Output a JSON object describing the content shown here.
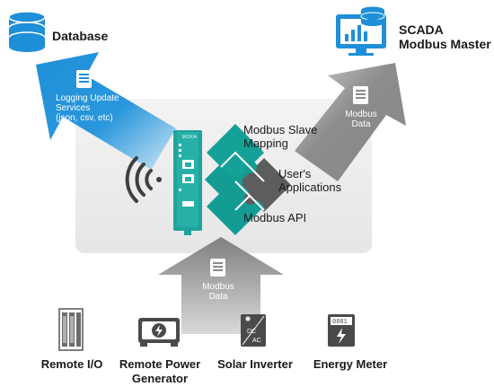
{
  "colors": {
    "blue": "#1e8fd8",
    "gray_arrow": "#8a8a8a",
    "teal": "#139c94",
    "dark_gray": "#5d5d5d",
    "panel": "#eeeeee"
  },
  "database": {
    "label": "Database"
  },
  "scada": {
    "line1": "SCADA",
    "line2": "Modbus Master"
  },
  "logging_arrow": {
    "line1": "Logging Update",
    "line2": "Services",
    "line3": "(json, csv, etc)"
  },
  "scada_arrow": {
    "line1": "Modbus",
    "line2": "Data"
  },
  "bottom_arrow": {
    "line1": "Modbus",
    "line2": "Data"
  },
  "device": {
    "brand": "MOXA"
  },
  "puzzle": {
    "slave_line1": "Modbus Slave",
    "slave_line2": "Mapping",
    "user_line1": "User's",
    "user_line2": "Applications",
    "api": "Modbus API"
  },
  "field_devices": [
    {
      "name": "Remote I/O",
      "line2": "",
      "icon": "remote-io-icon"
    },
    {
      "name": "Remote Power",
      "line2": "Generator",
      "icon": "power-generator-icon"
    },
    {
      "name": "Solar Inverter",
      "line2": "",
      "icon": "solar-inverter-icon",
      "icon_text_top": "DC",
      "icon_text_bottom": "AC"
    },
    {
      "name": "Energy Meter",
      "line2": "",
      "icon": "energy-meter-icon",
      "icon_text": "0881"
    }
  ]
}
